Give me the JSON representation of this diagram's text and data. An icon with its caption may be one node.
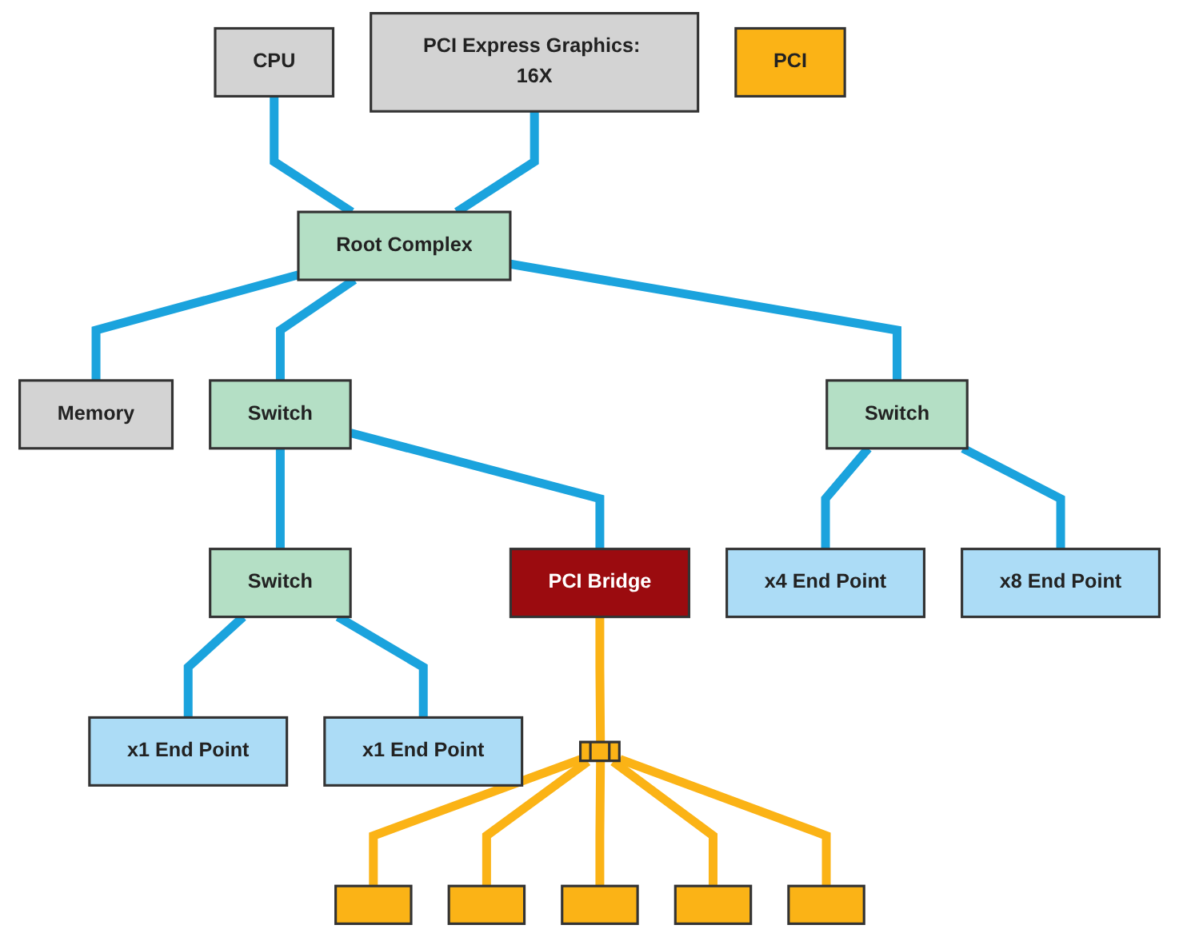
{
  "diagram": {
    "nodes": [
      {
        "text": [
          "CPU"
        ]
      },
      {
        "text": [
          "PCI Express Graphics: 16X"
        ]
      },
      {
        "text": [
          "Root Complex"
        ]
      },
      {
        "text": [
          "Memory"
        ]
      },
      {
        "text": [
          "Switch"
        ]
      },
      {
        "text": [
          "Switch"
        ]
      },
      {
        "text": [
          "Switch"
        ]
      },
      {
        "text": [
          "PCI Bridge"
        ]
      },
      {
        "text": [
          "x4 End Point"
        ]
      },
      {
        "text": [
          "x8 End Point"
        ]
      },
      {
        "text": [
          "x1 End Point"
        ]
      },
      {
        "text": [
          "x1 End Point"
        ]
      },
      {
        "text": [],
        "shape": "bar"
      },
      {
        "text": [],
        "shape": "box"
      },
      {
        "text": [],
        "shape": "box"
      },
      {
        "text": [],
        "shape": "box"
      },
      {
        "text": [],
        "shape": "box"
      },
      {
        "text": [],
        "shape": "box"
      },
      {
        "text": [
          "PCI"
        ]
      }
    ],
    "edges": [
      {
        "from": 0,
        "to": 2,
        "arrow": "none"
      },
      {
        "from": 1,
        "to": 2,
        "arrow": "none"
      },
      {
        "from": 2,
        "to": 3,
        "arrow": "none"
      },
      {
        "from": 2,
        "to": 4,
        "arrow": "none"
      },
      {
        "from": 2,
        "to": 5,
        "arrow": "none"
      },
      {
        "from": 4,
        "to": 6,
        "arrow": "none"
      },
      {
        "from": 4,
        "to": 7,
        "arrow": "none"
      },
      {
        "from": 5,
        "to": 8,
        "arrow": "none"
      },
      {
        "from": 5,
        "to": 9,
        "arrow": "none"
      },
      {
        "from": 6,
        "to": 10,
        "arrow": "none"
      },
      {
        "from": 6,
        "to": 11,
        "arrow": "none"
      },
      {
        "from": 7,
        "to": 12,
        "arrow": "none",
        "color": "#fbb316"
      },
      {
        "from": 12,
        "to": 13,
        "arrow": "none",
        "color": "#fbb316"
      },
      {
        "from": 12,
        "to": 14,
        "arrow": "none",
        "color": "#fbb316"
      },
      {
        "from": 12,
        "to": 15,
        "arrow": "none",
        "color": "#fbb316"
      },
      {
        "from": 12,
        "to": 16,
        "arrow": "none",
        "color": "#fbb316"
      },
      {
        "from": 12,
        "to": 17,
        "arrow": "none",
        "color": "#fbb316"
      }
    ]
  }
}
